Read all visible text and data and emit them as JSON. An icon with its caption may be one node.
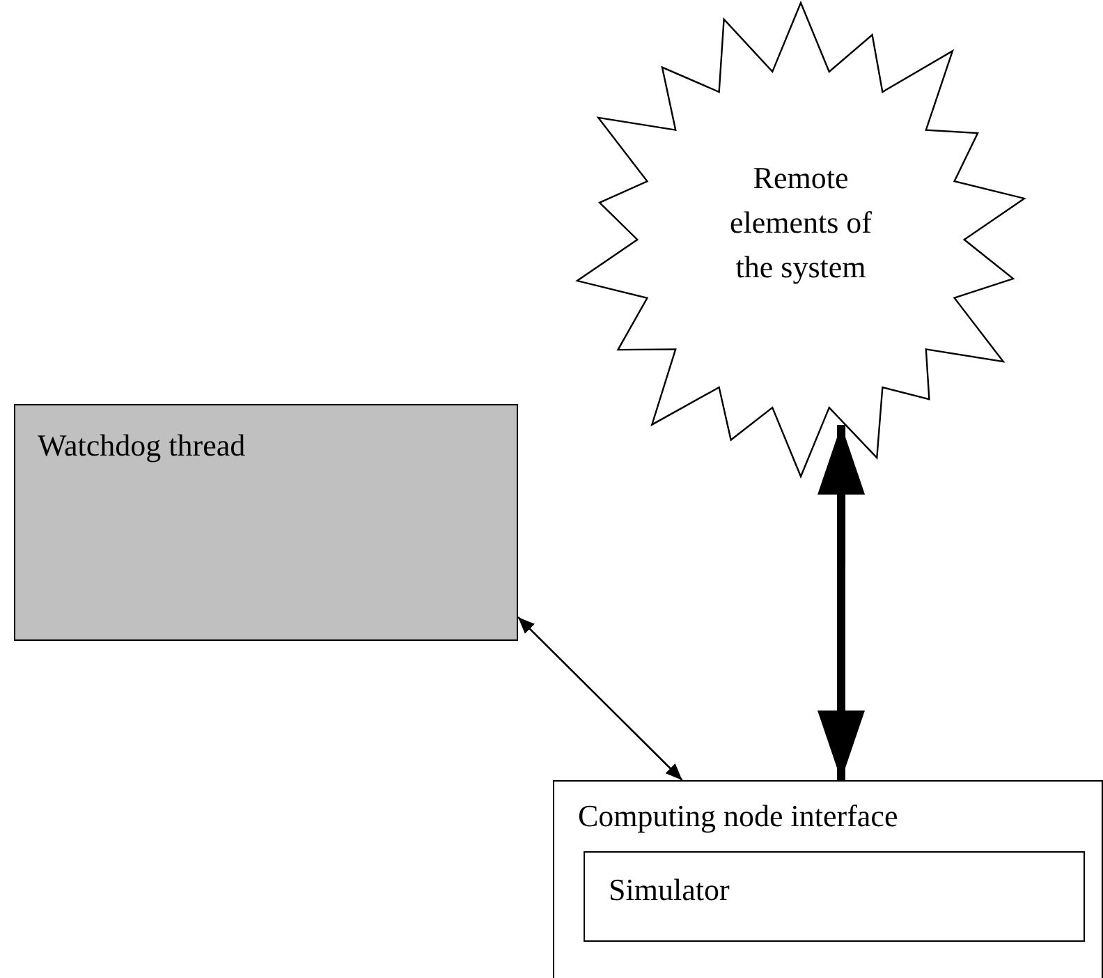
{
  "diagram": {
    "nodes": [
      {
        "text": [
          "Remote elements of the system"
        ]
      },
      {
        "text": [
          "Watchdog thread"
        ]
      },
      {
        "text": [
          "Computing node interface"
        ]
      },
      {
        "text": [
          "Simulator"
        ],
        "in": 2
      }
    ],
    "edges": [
      {
        "from": 1,
        "to": 2,
        "arrow": "both"
      },
      {
        "from": 0,
        "to": 2,
        "arrow": "both",
        "style": "thick"
      }
    ]
  }
}
